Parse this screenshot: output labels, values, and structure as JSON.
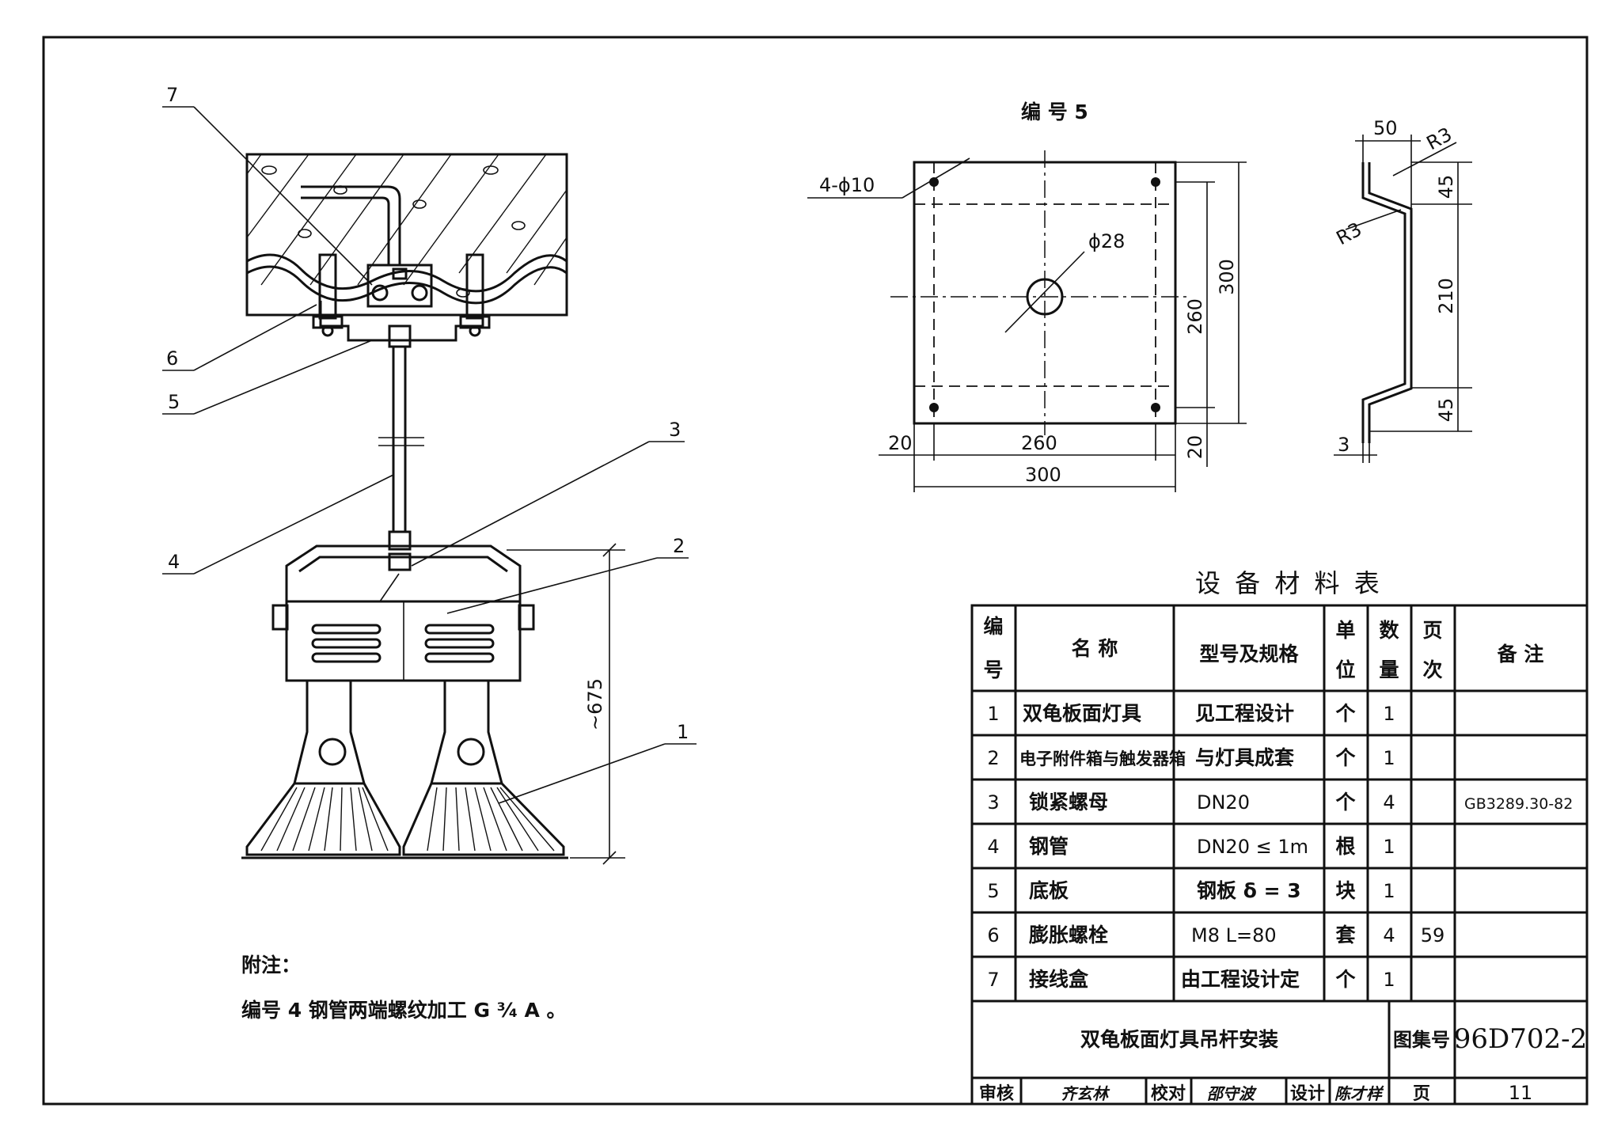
{
  "drawing": {
    "part_labels": [
      "7",
      "6",
      "5",
      "4",
      "3",
      "2",
      "1"
    ],
    "dimension_height": "~675"
  },
  "detail": {
    "title": "编  号  5",
    "hole_label": "4-ϕ10",
    "center_hole_label": "ϕ28",
    "dims_plate": [
      "300",
      "260",
      "20",
      "260",
      "300",
      "20"
    ],
    "dims_side": [
      "50",
      "R3",
      "R3",
      "45",
      "210",
      "45",
      "3"
    ]
  },
  "note": {
    "heading": "附注：",
    "text": "编号 4 钢管两端螺纹加工 G ³⁄₄ A 。"
  },
  "table": {
    "title": "设  备  材  料  表",
    "headers": [
      "编号",
      "名    称",
      "型号及规格",
      "单位",
      "数量",
      "页次",
      "备    注"
    ],
    "rows": [
      [
        "1",
        "双龟板面灯具",
        "见工程设计",
        "个",
        "1",
        "",
        ""
      ],
      [
        "2",
        "电子附件箱与触发器箱",
        "与灯具成套",
        "个",
        "1",
        "",
        ""
      ],
      [
        "3",
        "锁紧螺母",
        "DN20",
        "个",
        "4",
        "",
        "GB3289.30-82"
      ],
      [
        "4",
        "钢管",
        "DN20 ≤ 1m",
        "根",
        "1",
        "",
        ""
      ],
      [
        "5",
        "底板",
        "钢板 δ = 3",
        "块",
        "1",
        "",
        ""
      ],
      [
        "6",
        "膨胀螺栓",
        "M8    L=80",
        "套",
        "4",
        "59",
        ""
      ],
      [
        "7",
        "接线盒",
        "由工程设计定",
        "个",
        "1",
        "",
        ""
      ]
    ]
  },
  "title_block": {
    "drawing_title": "双龟板面灯具吊杆安装",
    "atlas_label": "图集号",
    "atlas_number": "96D702-2",
    "review_label": "审核",
    "review_sign": "齐玄林",
    "check_label": "校对",
    "check_sign": "邵守波",
    "design_label": "设计",
    "design_sign": "陈才样",
    "page_label": "页",
    "page_number": "11"
  }
}
